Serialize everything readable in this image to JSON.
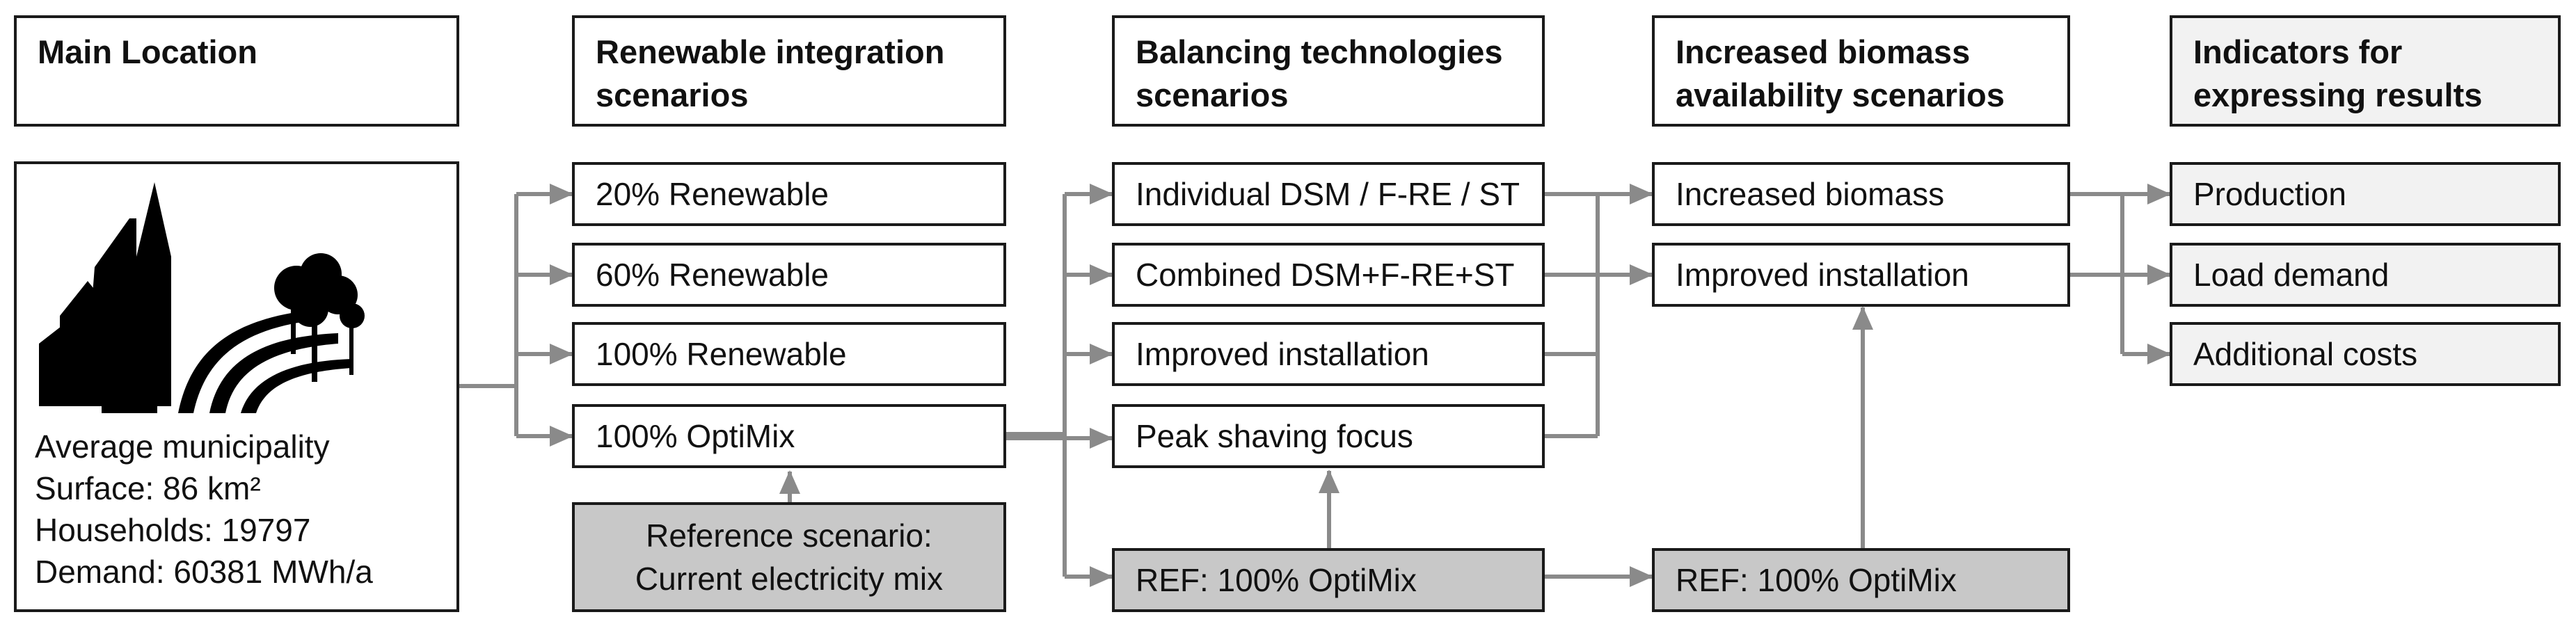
{
  "headers": {
    "main_location": "Main Location",
    "renewable": "Renewable integration scenarios",
    "balancing": "Balancing technologies scenarios",
    "biomass": "Increased biomass availability scenarios",
    "indicators": "Indicators for expressing results"
  },
  "location": {
    "line1": "Average municipality",
    "line2": "Surface: 86 km²",
    "line3": "Households: 19797",
    "line4": "Demand: 60381 MWh/a"
  },
  "renewable": [
    "20% Renewable",
    "60% Renewable",
    "100% Renewable",
    "100% OptiMix"
  ],
  "reference": {
    "line1": "Reference scenario:",
    "line2": "Current electricity mix"
  },
  "balancing": [
    "Individual DSM / F-RE / ST",
    "Combined DSM+F-RE+ST",
    "Improved installation",
    "Peak shaving focus"
  ],
  "ref_balancing": "REF: 100% OptiMix",
  "biomass": [
    "Increased biomass",
    "Improved installation"
  ],
  "ref_biomass": "REF: 100% OptiMix",
  "indicators": [
    "Production",
    "Load demand",
    "Additional costs"
  ]
}
